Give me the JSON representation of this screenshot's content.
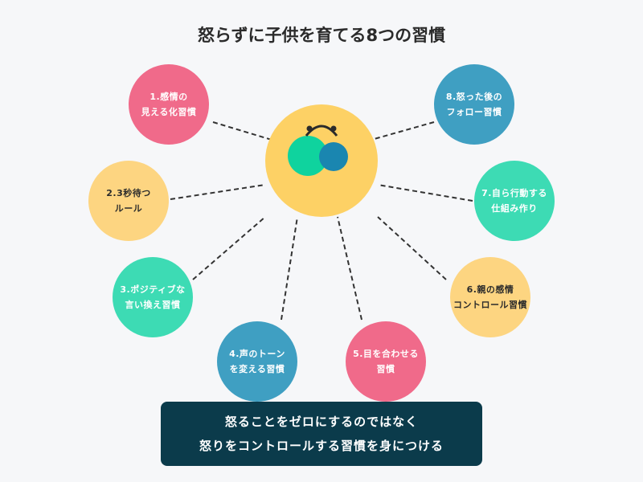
{
  "title": "怒らずに子供を育てる8つの習慣",
  "colors": {
    "pink": "#f06a8a",
    "yellow": "#fdd581",
    "teal": "#3ddbb4",
    "blue": "#3f9fc2",
    "center": "#fdd165",
    "banner": "#0b3b4b"
  },
  "nodes": [
    {
      "line1": "1.感情の",
      "line2": "見える化習慣",
      "color": "#f06a8a",
      "text": "#ffffff"
    },
    {
      "line1": "2.3秒待つ",
      "line2": "ルール",
      "color": "#fdd581",
      "text": "#2b2b2b"
    },
    {
      "line1": "3.ポジティブな",
      "line2": "言い換え習慣",
      "color": "#3ddbb4",
      "text": "#ffffff"
    },
    {
      "line1": "4.声のトーン",
      "line2": "を変える習慣",
      "color": "#3f9fc2",
      "text": "#ffffff"
    },
    {
      "line1": "5.目を合わせる",
      "line2": "習慣",
      "color": "#f06a8a",
      "text": "#ffffff"
    },
    {
      "line1": "6.親の感情",
      "line2": "コントロール習慣",
      "color": "#fdd581",
      "text": "#2b2b2b"
    },
    {
      "line1": "7.自ら行動する",
      "line2": "仕組み作り",
      "color": "#3ddbb4",
      "text": "#ffffff"
    },
    {
      "line1": "8.怒った後の",
      "line2": "フォロー習慣",
      "color": "#3f9fc2",
      "text": "#ffffff"
    }
  ],
  "banner": {
    "line1": "怒ることをゼロにするのではなく",
    "line2": "怒りをコントロールする習慣を身につける"
  }
}
